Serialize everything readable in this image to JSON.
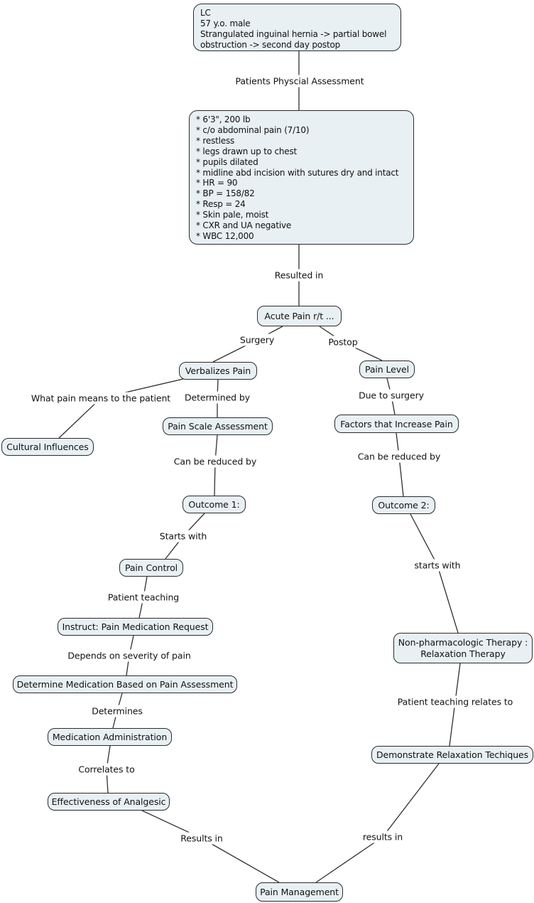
{
  "colors": {
    "background": "#ffffff",
    "node_fill": "#e8f0f3",
    "node_border": "#2b2b2b",
    "connector_line": "#2f2f2f",
    "text": "#111111"
  },
  "nodes": {
    "case_summary": {
      "label": "LC\n57 y.o. male\nStrangulated inguinal hernia -> partial bowel\nobstruction -> second day postop"
    },
    "physical_assessment_findings": {
      "items": [
        "* 6'3\", 200 lb",
        "* c/o abdominal pain (7/10)",
        "* restless",
        "* legs drawn up to chest",
        "* pupils dilated",
        "* midline abd incision with sutures dry and intact",
        "* HR = 90",
        "* BP = 158/82",
        "* Resp = 24",
        "* Skin pale, moist",
        "* CXR and UA negative",
        "* WBC 12,000"
      ]
    },
    "acute_pain": {
      "label": "Acute Pain r/t ..."
    },
    "verbalizes_pain": {
      "label": "Verbalizes Pain"
    },
    "pain_level": {
      "label": "Pain Level"
    },
    "pain_scale_assessment": {
      "label": "Pain Scale Assessment"
    },
    "factors_that_increase_pain": {
      "label": "Factors that Increase Pain"
    },
    "cultural_influences": {
      "label": "Cultural Influences"
    },
    "outcome_1": {
      "label": "Outcome 1:"
    },
    "outcome_2": {
      "label": "Outcome 2:"
    },
    "pain_control": {
      "label": "Pain Control"
    },
    "instruct_pain_medication_request": {
      "label": "Instruct: Pain Medication Request"
    },
    "determine_medication": {
      "label": "Determine Medication Based on Pain Assessment"
    },
    "medication_administration": {
      "label": "Medication Administration"
    },
    "effectiveness_of_analgesic": {
      "label": "Effectiveness of Analgesic"
    },
    "non_pharmacologic_therapy": {
      "label": "Non-pharmacologic Therapy :\nRelaxation Therapy"
    },
    "demonstrate_relaxation_techniques": {
      "label": "Demonstrate Relaxation Techiques"
    },
    "pain_management": {
      "label": "Pain Management"
    }
  },
  "edge_labels": {
    "patients_physical_assessment": "Patients Physcial Assessment",
    "resulted_in": "Resulted in",
    "surgery": "Surgery",
    "postop": "Postop",
    "what_pain_means": "What pain means to the patient",
    "determined_by": "Determined by",
    "due_to_surgery": "Due to surgery",
    "can_be_reduced_by_left": "Can be reduced by",
    "can_be_reduced_by_right": "Can be reduced by",
    "starts_with_left": "Starts with",
    "starts_with_right": "starts with",
    "patient_teaching": "Patient teaching",
    "depends_on_severity": "Depends on severity of pain",
    "determines": "Determines",
    "correlates_to": "Correlates to",
    "patient_teaching_relates_to": "Patient teaching relates to",
    "results_in_left": "Results in",
    "results_in_right": "results in"
  }
}
